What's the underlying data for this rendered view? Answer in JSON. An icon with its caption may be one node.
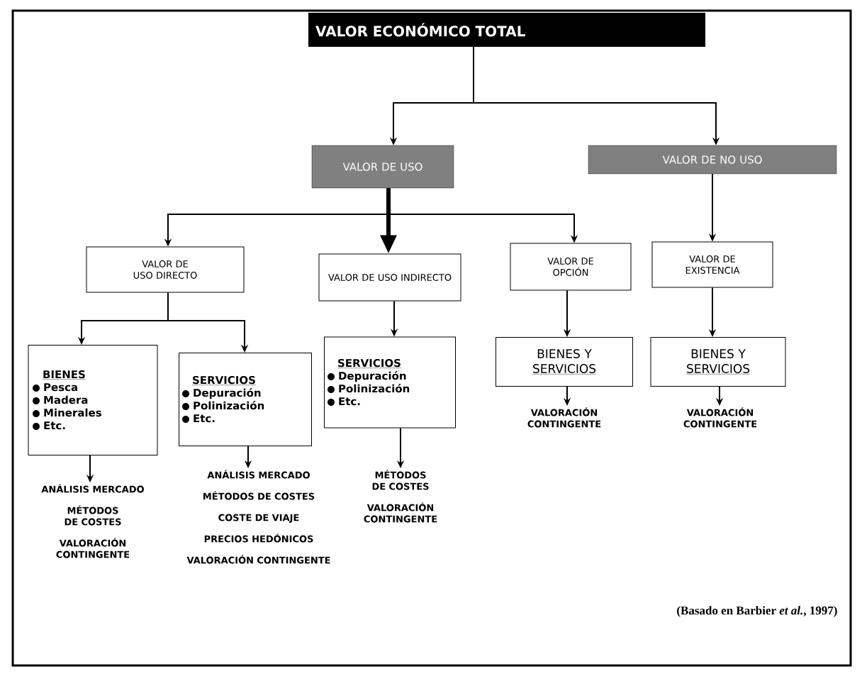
{
  "diagram": {
    "caption": "(Basado en Barbier *et al.*, 1997)",
    "nodes": [
      {
        "text": [
          "VALOR ECONÓMICO TOTAL"
        ]
      },
      {
        "text": [
          "VALOR DE USO"
        ]
      },
      {
        "text": [
          "VALOR DE NO USO"
        ]
      },
      {
        "text": [
          "VALOR DE USO DIRECTO"
        ]
      },
      {
        "text": [
          "VALOR DE USO INDIRECTO"
        ]
      },
      {
        "text": [
          "VALOR DE OPCIÓN"
        ]
      },
      {
        "text": [
          "VALOR DE EXISTENCIA"
        ]
      },
      {
        "text": [
          "BIENES",
          "Pesca",
          "Madera",
          "Minerales",
          "Etc."
        ]
      },
      {
        "text": [
          "SERVICIOS",
          "Depuración",
          "Polinización",
          "Etc."
        ]
      },
      {
        "text": [
          "SERVICIOS",
          "Depuración",
          "Polinización",
          "Etc."
        ]
      },
      {
        "text": [
          "BIENES Y",
          "SERVICIOS"
        ]
      },
      {
        "text": [
          "BIENES Y",
          "SERVICIOS"
        ]
      },
      {
        "text": [
          "ANÁLISIS MERCADO",
          "MÉTODOS DE COSTES",
          "VALORACIÓN CONTINGENTE"
        ]
      },
      {
        "text": [
          "ANÁLISIS MERCADO",
          "MÉTODOS DE COSTES",
          "COSTE DE VIAJE",
          "PRECIOS HEDÓNICOS",
          "VALORACIÓN CONTINGENTE"
        ]
      },
      {
        "text": [
          "MÉTODOS DE COSTES",
          "VALORACIÓN CONTINGENTE"
        ]
      },
      {
        "text": [
          "VALORACIÓN CONTINGENTE"
        ]
      },
      {
        "text": [
          "VALORACIÓN CONTINGENTE"
        ]
      }
    ],
    "edges": [
      {
        "from": 0,
        "to": 1,
        "arrow": "to"
      },
      {
        "from": 0,
        "to": 2,
        "arrow": "to"
      },
      {
        "from": 1,
        "to": 3,
        "arrow": "to"
      },
      {
        "from": 1,
        "to": 4,
        "arrow": "to",
        "style": "thick"
      },
      {
        "from": 1,
        "to": 5,
        "arrow": "to"
      },
      {
        "from": 2,
        "to": 6,
        "arrow": "to"
      },
      {
        "from": 3,
        "to": 7,
        "arrow": "to"
      },
      {
        "from": 3,
        "to": 8,
        "arrow": "to"
      },
      {
        "from": 4,
        "to": 9,
        "arrow": "to"
      },
      {
        "from": 5,
        "to": 10,
        "arrow": "to"
      },
      {
        "from": 6,
        "to": 11,
        "arrow": "to"
      },
      {
        "from": 7,
        "to": 12,
        "arrow": "to"
      },
      {
        "from": 8,
        "to": 13,
        "arrow": "to"
      },
      {
        "from": 9,
        "to": 14,
        "arrow": "to"
      },
      {
        "from": 10,
        "to": 15,
        "arrow": "to"
      },
      {
        "from": 11,
        "to": 16,
        "arrow": "to"
      }
    ]
  }
}
